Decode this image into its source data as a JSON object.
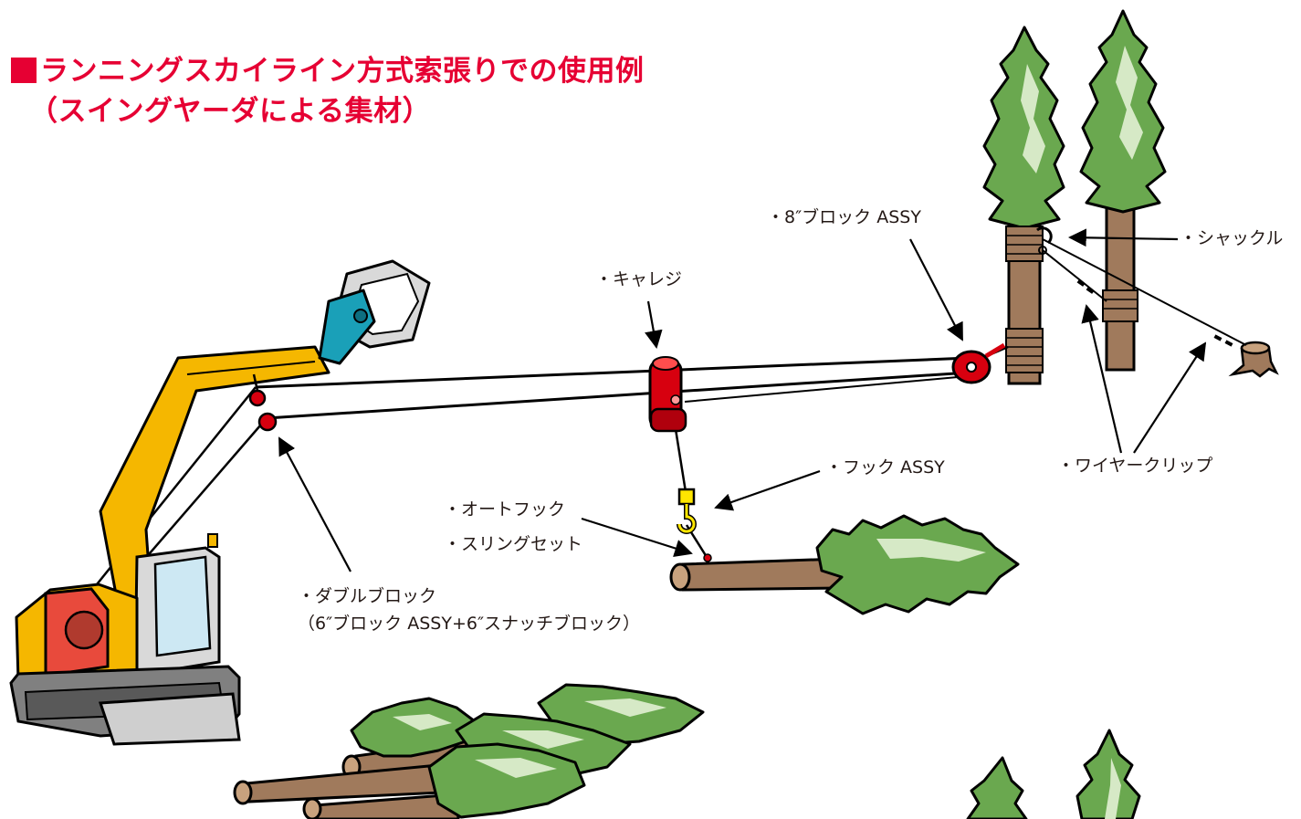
{
  "title": {
    "line1": "ランニングスカイライン方式索張りでの使用例",
    "line2": "（スイングヤーダによる集材）"
  },
  "labels": {
    "block8": "・8″ブロック ASSY",
    "shackle": "・シャックル",
    "carriage": "・キャレジ",
    "hook": "・フック ASSY",
    "wire_clip": "・ワイヤークリップ",
    "auto_hook": "・オートフック",
    "sling_set": "・スリングセット",
    "double_block": "・ダブルブロック",
    "double_block_detail": "（6″ブロック ASSY+6″スナッチブロック）"
  },
  "colors": {
    "title": "#e60033",
    "tree_dark": "#6aa84f",
    "tree_light": "#d6e9c6",
    "trunk": "#a07a5c",
    "machine_yellow": "#f5b700",
    "grapple_blue": "#1aa0b8",
    "red_parts": "#d7000f",
    "hook_yellow": "#ffe600"
  },
  "icons": [
    "tree-icon",
    "stump-icon",
    "swing-yarder-icon",
    "grapple-icon",
    "carriage-icon",
    "pulley-block-icon",
    "hook-icon",
    "log-icon"
  ]
}
